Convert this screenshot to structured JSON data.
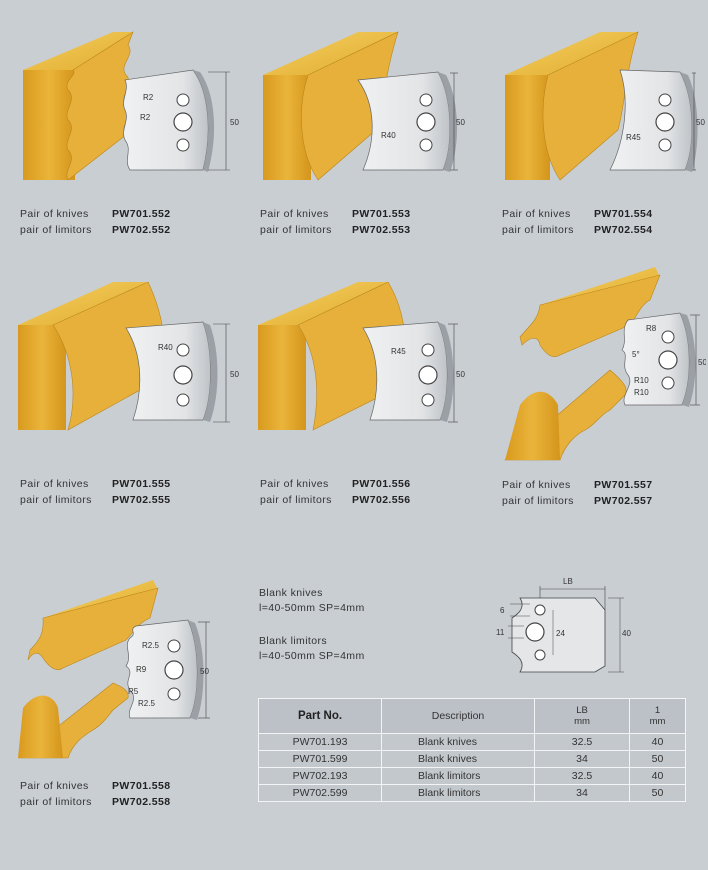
{
  "products": [
    {
      "id": "552",
      "knife_label": "Pair of knives",
      "knife_code": "PW701.552",
      "limitor_label": "pair of limitors",
      "limitor_code": "PW702.552",
      "radii": [
        "R2",
        "R2"
      ],
      "height": "50"
    },
    {
      "id": "553",
      "knife_label": "Pair of knives",
      "knife_code": "PW701.553",
      "limitor_label": "pair of limitors",
      "limitor_code": "PW702.553",
      "radii": [
        "R40"
      ],
      "height": "50"
    },
    {
      "id": "554",
      "knife_label": "Pair of knives",
      "knife_code": "PW701.554",
      "limitor_label": "pair of limitors",
      "limitor_code": "PW702.554",
      "radii": [
        "R45"
      ],
      "height": "50"
    },
    {
      "id": "555",
      "knife_label": "Pair of knives",
      "knife_code": "PW701.555",
      "limitor_label": "pair of limitors",
      "limitor_code": "PW702.555",
      "radii": [
        "R40"
      ],
      "height": "50"
    },
    {
      "id": "556",
      "knife_label": "Pair of knives",
      "knife_code": "PW701.556",
      "limitor_label": "pair of limitors",
      "limitor_code": "PW702.556",
      "radii": [
        "R45"
      ],
      "height": "50"
    },
    {
      "id": "557",
      "knife_label": "Pair of knives",
      "knife_code": "PW701.557",
      "limitor_label": "pair of limitors",
      "limitor_code": "PW702.557",
      "radii": [
        "R8",
        "5°",
        "R10",
        "R10"
      ],
      "height": "50"
    },
    {
      "id": "558",
      "knife_label": "Pair of knives",
      "knife_code": "PW701.558",
      "limitor_label": "pair of limitors",
      "limitor_code": "PW702.558",
      "radii": [
        "R2.5",
        "R9",
        "R5",
        "R2.5"
      ],
      "height": "50"
    }
  ],
  "blank": {
    "knives_title": "Blank knives",
    "knives_spec": "l=40-50mm  SP=4mm",
    "limitors_title": "Blank limitors",
    "limitors_spec": "l=40-50mm  SP=4mm",
    "diagram": {
      "lb": "LB",
      "d6": "6",
      "d11": "11",
      "d24": "24",
      "d40": "40"
    }
  },
  "table": {
    "headers": {
      "part": "Part No.",
      "desc": "Description",
      "lb": "LB",
      "lb_unit": "mm",
      "l": "1",
      "l_unit": "mm"
    },
    "rows": [
      {
        "part": "PW701.193",
        "desc": "Blank knives",
        "lb": "32.5",
        "l": "40"
      },
      {
        "part": "PW701.599",
        "desc": "Blank knives",
        "lb": "34",
        "l": "50"
      },
      {
        "part": "PW702.193",
        "desc": "Blank limitors",
        "lb": "32.5",
        "l": "40"
      },
      {
        "part": "PW702.599",
        "desc": "Blank limitors",
        "lb": "34",
        "l": "50"
      }
    ]
  },
  "colors": {
    "background": "#c9ced3",
    "wood": "#e8b93a",
    "knife": "#e4e6e8"
  }
}
